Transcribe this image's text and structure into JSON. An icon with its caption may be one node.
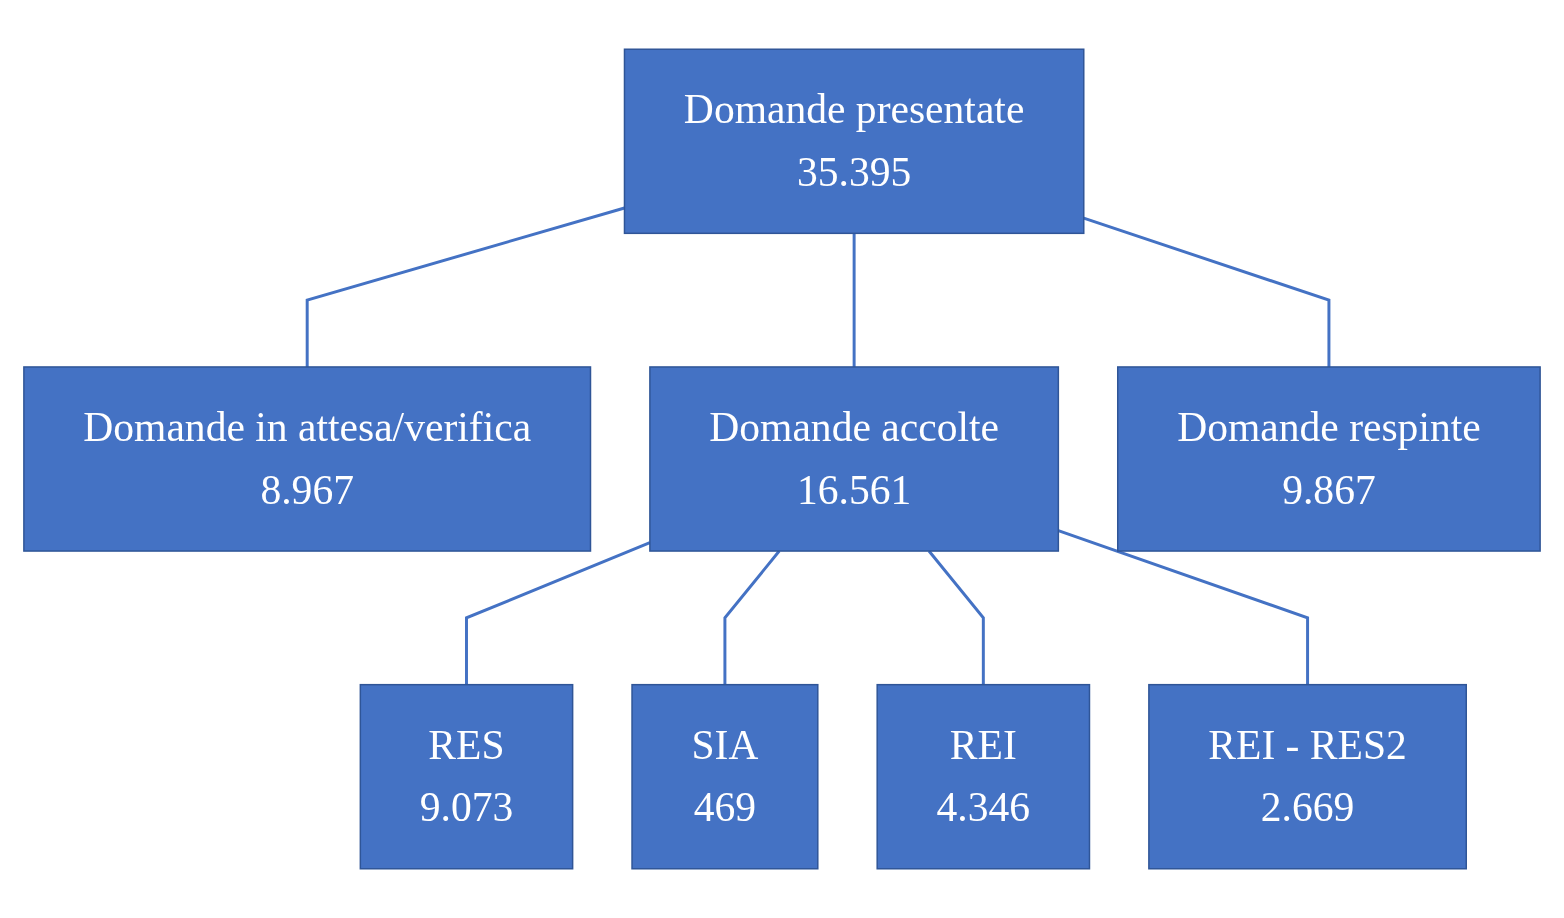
{
  "diagram": {
    "nodes": [
      {
        "text": [
          "Domande presentate",
          "35.395"
        ]
      },
      {
        "text": [
          "Domande in attesa/verifica",
          "8.967"
        ]
      },
      {
        "text": [
          "Domande accolte",
          "16.561"
        ]
      },
      {
        "text": [
          "Domande respinte",
          "9.867"
        ]
      },
      {
        "text": [
          "RES",
          "9.073"
        ]
      },
      {
        "text": [
          "SIA",
          "469"
        ]
      },
      {
        "text": [
          "REI",
          "4.346"
        ]
      },
      {
        "text": [
          "REI - RES2",
          "2.669"
        ]
      }
    ],
    "edges": [
      {
        "from": 0,
        "to": 1,
        "arrow": "none"
      },
      {
        "from": 0,
        "to": 2,
        "arrow": "none"
      },
      {
        "from": 0,
        "to": 3,
        "arrow": "none"
      },
      {
        "from": 2,
        "to": 4,
        "arrow": "none"
      },
      {
        "from": 2,
        "to": 5,
        "arrow": "none"
      },
      {
        "from": 2,
        "to": 6,
        "arrow": "none"
      },
      {
        "from": 2,
        "to": 7,
        "arrow": "none"
      }
    ]
  }
}
